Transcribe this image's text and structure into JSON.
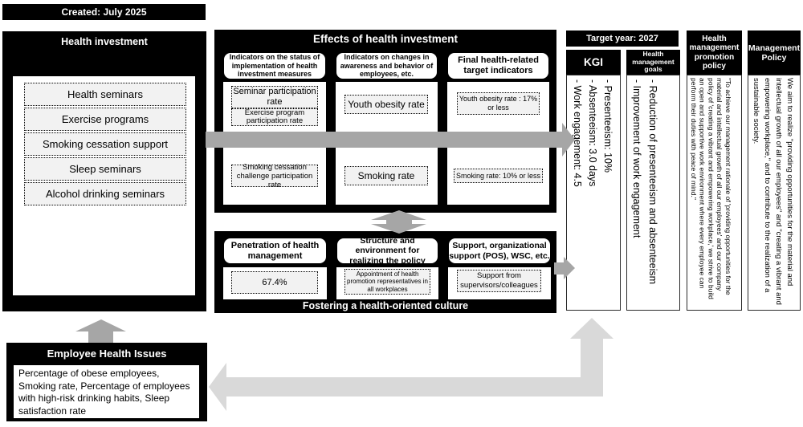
{
  "created": {
    "label": "Created: July 2025"
  },
  "health_investment": {
    "title": "Health investment",
    "items": [
      "Health seminars",
      "Exercise programs",
      "Smoking cessation support",
      "Sleep seminars",
      "Alcohol drinking seminars"
    ]
  },
  "effects": {
    "title": "Effects of health investment",
    "columns": [
      {
        "header": "Indicators on the status of implementation of health investment measures",
        "items": [
          "Seminar participation rate",
          "Exercise program participation rate",
          "Smoking cessation challenge participation rate"
        ]
      },
      {
        "header": "Indicators on changes in awareness and behavior of employees, etc.",
        "items": [
          "Youth obesity rate",
          "Smoking rate"
        ]
      },
      {
        "header": "Final health-related target indicators",
        "items": [
          "Youth obesity rate : 17% or less",
          "Smoking rate: 10% or less"
        ]
      }
    ]
  },
  "foundation": {
    "columns": [
      {
        "header": "Penetration of health management",
        "item": "67.4%"
      },
      {
        "header": "Structure and environment for realizing the policy",
        "item": "Appointment of health promotion representatives in all workplaces"
      },
      {
        "header": "Support, organizational support (POS), WSC, etc.",
        "item": "Support from supervisors/colleagues"
      }
    ],
    "footer": "Fostering a health-oriented culture"
  },
  "target": {
    "title": "Target year: 2027",
    "kgi": {
      "header": "KGI",
      "lines": [
        "- Presenteeism: 10%",
        "- Absenteeism: 3.0 days",
        "- Work engagement: 4.5"
      ]
    },
    "goals": {
      "header": "Health management goals",
      "lines": [
        "- Reduction of presenteeism and absenteeism",
        "- Improvement of work engagement"
      ]
    }
  },
  "promotion_policy": {
    "header": "Health management promotion policy",
    "body": "\"To achieve our management rationale of 'providing opportunities for the material and intellectual growth of all our employees' and our company policy of 'creating a vibrant and empowering workplace,' we strive to build an open and supportive work environment where every employee can perform their duties with peace of mind.\""
  },
  "management_policy": {
    "header": "Management Policy",
    "body": "We aim to realize \"providing opportunities for the material and intellectual growth of all our employees\" and \"creating a vibrant and empowering workplace,\" and to contribute to the realization of a sustainable society."
  },
  "employee_health_issues": {
    "title": "Employee Health Issues",
    "body": "Percentage of obese employees, Smoking rate, Percentage of employees with high-risk drinking habits, Sleep satisfaction rate"
  },
  "colors": {
    "arrow_mid": "#a6a6a6",
    "arrow_light": "#d9d9d9",
    "item_fill": "#f2f2f2",
    "box_black": "#000000"
  }
}
